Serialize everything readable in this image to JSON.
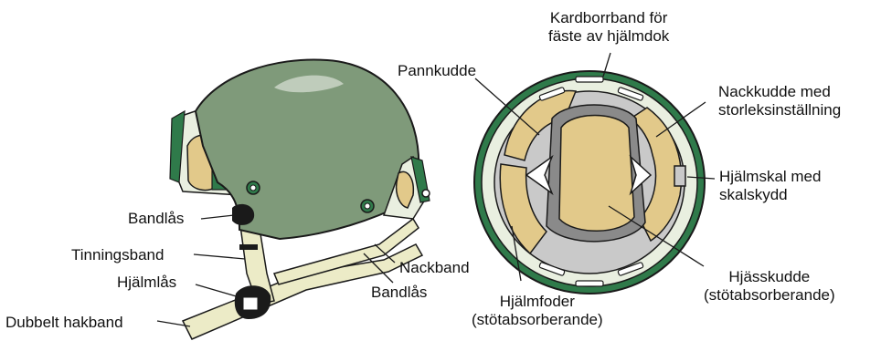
{
  "colors": {
    "shell": "#7f9a7a",
    "shell_edge": "#1a1a1a",
    "cover_green": "#2f7a4a",
    "pad": "#e2c98a",
    "liner": "#c9c9c9",
    "liner_dark": "#8a8a8a",
    "strap": "#ecebc7"
  },
  "labels": {
    "kardborrband": [
      "Kardborrband för",
      "fäste av hjälmdok"
    ],
    "pannkudde": "Pannkudde",
    "nackkudde": [
      "Nackkudde med",
      "storleksinställning"
    ],
    "hjalmskal": [
      "Hjälmskal med",
      "skalskydd"
    ],
    "bandlas_left": "Bandlås",
    "tinningsband": "Tinningsband",
    "hjalmlas": "Hjälmlås",
    "dubbelt_hakband": "Dubbelt hakband",
    "nackband": "Nackband",
    "bandlas_right": "Bandlås",
    "hjalmfoder": [
      "Hjälmfoder",
      "(stötabsorberande)"
    ],
    "hjasskudde": [
      "Hjässkudde",
      "(stötabsorberande)"
    ]
  }
}
